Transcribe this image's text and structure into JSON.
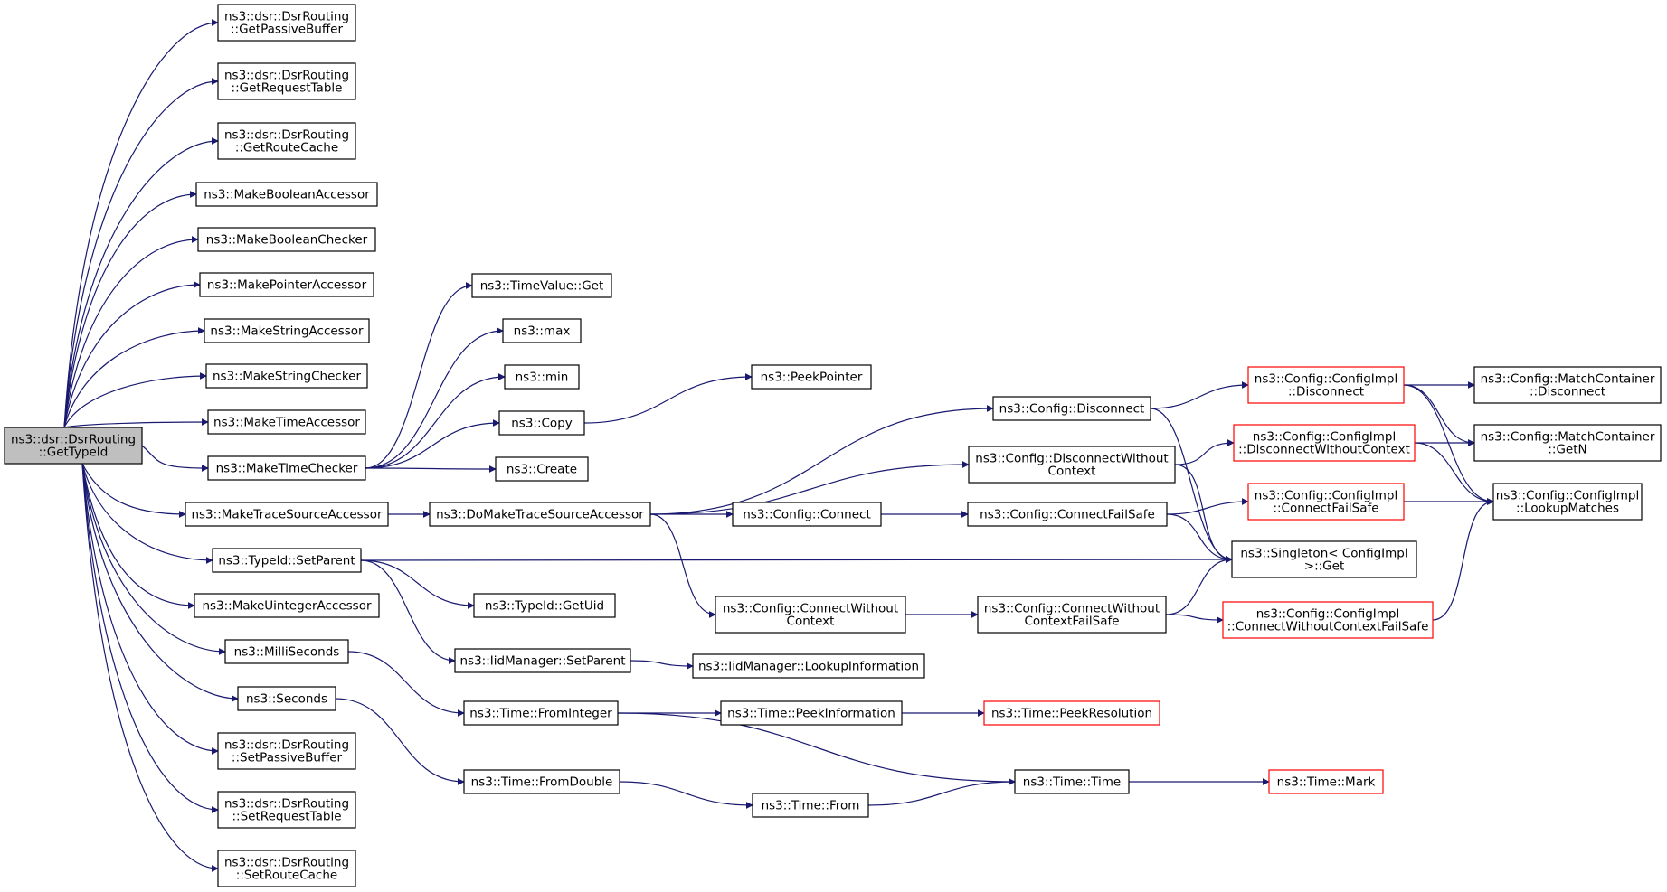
{
  "colors": {
    "edge": "#191970",
    "node_border": "#000000",
    "node_border_truncated": "#ff0000",
    "root_fill": "#bfbfbf",
    "node_fill": "#ffffff"
  },
  "nodes": [
    {
      "id": "root",
      "lines": [
        "ns3::dsr::DsrRouting",
        "::GetTypeId"
      ],
      "style": "root"
    },
    {
      "id": "getPassiveBuffer",
      "lines": [
        "ns3::dsr::DsrRouting",
        "::GetPassiveBuffer"
      ],
      "style": "normal"
    },
    {
      "id": "getRequestTable",
      "lines": [
        "ns3::dsr::DsrRouting",
        "::GetRequestTable"
      ],
      "style": "normal"
    },
    {
      "id": "getRouteCache",
      "lines": [
        "ns3::dsr::DsrRouting",
        "::GetRouteCache"
      ],
      "style": "normal"
    },
    {
      "id": "makeBooleanAccessor",
      "lines": [
        "ns3::MakeBooleanAccessor"
      ],
      "style": "normal"
    },
    {
      "id": "makeBooleanChecker",
      "lines": [
        "ns3::MakeBooleanChecker"
      ],
      "style": "normal"
    },
    {
      "id": "makePointerAccessor",
      "lines": [
        "ns3::MakePointerAccessor"
      ],
      "style": "normal"
    },
    {
      "id": "makeStringAccessor",
      "lines": [
        "ns3::MakeStringAccessor"
      ],
      "style": "normal"
    },
    {
      "id": "makeStringChecker",
      "lines": [
        "ns3::MakeStringChecker"
      ],
      "style": "normal"
    },
    {
      "id": "makeTimeAccessor",
      "lines": [
        "ns3::MakeTimeAccessor"
      ],
      "style": "normal"
    },
    {
      "id": "makeTimeChecker",
      "lines": [
        "ns3::MakeTimeChecker"
      ],
      "style": "normal"
    },
    {
      "id": "makeTraceSourceAccessor",
      "lines": [
        "ns3::MakeTraceSourceAccessor"
      ],
      "style": "normal"
    },
    {
      "id": "typeIdSetParent",
      "lines": [
        "ns3::TypeId::SetParent"
      ],
      "style": "normal"
    },
    {
      "id": "makeUintegerAccessor",
      "lines": [
        "ns3::MakeUintegerAccessor"
      ],
      "style": "normal"
    },
    {
      "id": "milliSeconds",
      "lines": [
        "ns3::MilliSeconds"
      ],
      "style": "normal"
    },
    {
      "id": "seconds",
      "lines": [
        "ns3::Seconds"
      ],
      "style": "normal"
    },
    {
      "id": "setPassiveBuffer",
      "lines": [
        "ns3::dsr::DsrRouting",
        "::SetPassiveBuffer"
      ],
      "style": "normal"
    },
    {
      "id": "setRequestTable",
      "lines": [
        "ns3::dsr::DsrRouting",
        "::SetRequestTable"
      ],
      "style": "normal"
    },
    {
      "id": "setRouteCache",
      "lines": [
        "ns3::dsr::DsrRouting",
        "::SetRouteCache"
      ],
      "style": "normal"
    },
    {
      "id": "timeValueGet",
      "lines": [
        "ns3::TimeValue::Get"
      ],
      "style": "normal"
    },
    {
      "id": "max",
      "lines": [
        "ns3::max"
      ],
      "style": "normal"
    },
    {
      "id": "min",
      "lines": [
        "ns3::min"
      ],
      "style": "normal"
    },
    {
      "id": "copy",
      "lines": [
        "ns3::Copy"
      ],
      "style": "normal"
    },
    {
      "id": "create",
      "lines": [
        "ns3::Create"
      ],
      "style": "normal"
    },
    {
      "id": "peekPointer",
      "lines": [
        "ns3::PeekPointer"
      ],
      "style": "normal"
    },
    {
      "id": "doMakeTraceSourceAccessor",
      "lines": [
        "ns3::DoMakeTraceSourceAccessor"
      ],
      "style": "normal"
    },
    {
      "id": "typeIdGetUid",
      "lines": [
        "ns3::TypeId::GetUid"
      ],
      "style": "normal"
    },
    {
      "id": "iidManagerSetParent",
      "lines": [
        "ns3::IidManager::SetParent"
      ],
      "style": "normal"
    },
    {
      "id": "iidManagerLookupInformation",
      "lines": [
        "ns3::IidManager::LookupInformation"
      ],
      "style": "normal"
    },
    {
      "id": "timeFromInteger",
      "lines": [
        "ns3::Time::FromInteger"
      ],
      "style": "normal"
    },
    {
      "id": "timeFromDouble",
      "lines": [
        "ns3::Time::FromDouble"
      ],
      "style": "normal"
    },
    {
      "id": "timePeekInformation",
      "lines": [
        "ns3::Time::PeekInformation"
      ],
      "style": "normal"
    },
    {
      "id": "timeFrom",
      "lines": [
        "ns3::Time::From"
      ],
      "style": "normal"
    },
    {
      "id": "timeTime",
      "lines": [
        "ns3::Time::Time"
      ],
      "style": "normal"
    },
    {
      "id": "timePeekResolution",
      "lines": [
        "ns3::Time::PeekResolution"
      ],
      "style": "truncated"
    },
    {
      "id": "timeMark",
      "lines": [
        "ns3::Time::Mark"
      ],
      "style": "truncated"
    },
    {
      "id": "configDisconnect",
      "lines": [
        "ns3::Config::Disconnect"
      ],
      "style": "normal"
    },
    {
      "id": "configDisconnectWithoutContext",
      "lines": [
        "ns3::Config::DisconnectWithout",
        "Context"
      ],
      "style": "normal"
    },
    {
      "id": "configConnect",
      "lines": [
        "ns3::Config::Connect"
      ],
      "style": "normal"
    },
    {
      "id": "configConnectWithoutContext",
      "lines": [
        "ns3::Config::ConnectWithout",
        "Context"
      ],
      "style": "normal"
    },
    {
      "id": "configConnectFailSafe",
      "lines": [
        "ns3::Config::ConnectFailSafe"
      ],
      "style": "normal"
    },
    {
      "id": "configConnectWithoutContextFailSafe",
      "lines": [
        "ns3::Config::ConnectWithout",
        "ContextFailSafe"
      ],
      "style": "normal"
    },
    {
      "id": "implDisconnect",
      "lines": [
        "ns3::Config::ConfigImpl",
        "::Disconnect"
      ],
      "style": "truncated"
    },
    {
      "id": "implDisconnectWithoutContext",
      "lines": [
        "ns3::Config::ConfigImpl",
        "::DisconnectWithoutContext"
      ],
      "style": "truncated"
    },
    {
      "id": "implConnectFailSafe",
      "lines": [
        "ns3::Config::ConfigImpl",
        "::ConnectFailSafe"
      ],
      "style": "truncated"
    },
    {
      "id": "implConnectWithoutContextFailSafe",
      "lines": [
        "ns3::Config::ConfigImpl",
        "::ConnectWithoutContextFailSafe"
      ],
      "style": "truncated"
    },
    {
      "id": "singletonGet",
      "lines": [
        "ns3::Singleton< ConfigImpl",
        " >::Get"
      ],
      "style": "normal"
    },
    {
      "id": "matchContainerDisconnect",
      "lines": [
        "ns3::Config::MatchContainer",
        "::Disconnect"
      ],
      "style": "normal"
    },
    {
      "id": "matchContainerGetN",
      "lines": [
        "ns3::Config::MatchContainer",
        "::GetN"
      ],
      "style": "normal"
    },
    {
      "id": "implLookupMatches",
      "lines": [
        "ns3::Config::ConfigImpl",
        "::LookupMatches"
      ],
      "style": "normal"
    }
  ],
  "edges": [
    [
      "root",
      "getPassiveBuffer"
    ],
    [
      "root",
      "getRequestTable"
    ],
    [
      "root",
      "getRouteCache"
    ],
    [
      "root",
      "makeBooleanAccessor"
    ],
    [
      "root",
      "makeBooleanChecker"
    ],
    [
      "root",
      "makePointerAccessor"
    ],
    [
      "root",
      "makeStringAccessor"
    ],
    [
      "root",
      "makeStringChecker"
    ],
    [
      "root",
      "makeTimeAccessor"
    ],
    [
      "root",
      "makeTimeChecker"
    ],
    [
      "root",
      "makeTraceSourceAccessor"
    ],
    [
      "root",
      "typeIdSetParent"
    ],
    [
      "root",
      "makeUintegerAccessor"
    ],
    [
      "root",
      "milliSeconds"
    ],
    [
      "root",
      "seconds"
    ],
    [
      "root",
      "setPassiveBuffer"
    ],
    [
      "root",
      "setRequestTable"
    ],
    [
      "root",
      "setRouteCache"
    ],
    [
      "makeTimeChecker",
      "timeValueGet"
    ],
    [
      "makeTimeChecker",
      "max"
    ],
    [
      "makeTimeChecker",
      "min"
    ],
    [
      "makeTimeChecker",
      "copy"
    ],
    [
      "makeTimeChecker",
      "create"
    ],
    [
      "copy",
      "peekPointer"
    ],
    [
      "makeTraceSourceAccessor",
      "doMakeTraceSourceAccessor"
    ],
    [
      "doMakeTraceSourceAccessor",
      "configDisconnect"
    ],
    [
      "doMakeTraceSourceAccessor",
      "configDisconnectWithoutContext"
    ],
    [
      "doMakeTraceSourceAccessor",
      "configConnect"
    ],
    [
      "doMakeTraceSourceAccessor",
      "configConnectWithoutContext"
    ],
    [
      "typeIdSetParent",
      "singletonGet"
    ],
    [
      "typeIdSetParent",
      "typeIdGetUid"
    ],
    [
      "typeIdSetParent",
      "iidManagerSetParent"
    ],
    [
      "iidManagerSetParent",
      "iidManagerLookupInformation"
    ],
    [
      "milliSeconds",
      "timeFromInteger"
    ],
    [
      "seconds",
      "timeFromDouble"
    ],
    [
      "timeFromInteger",
      "timePeekInformation"
    ],
    [
      "timeFromInteger",
      "timeTime"
    ],
    [
      "timePeekInformation",
      "timePeekResolution"
    ],
    [
      "timeFromDouble",
      "timeFrom"
    ],
    [
      "timeFrom",
      "timeTime"
    ],
    [
      "timeTime",
      "timeMark"
    ],
    [
      "configDisconnect",
      "implDisconnect"
    ],
    [
      "configDisconnect",
      "singletonGet"
    ],
    [
      "configDisconnectWithoutContext",
      "implDisconnectWithoutContext"
    ],
    [
      "configDisconnectWithoutContext",
      "singletonGet"
    ],
    [
      "configConnect",
      "configConnectFailSafe"
    ],
    [
      "configConnectFailSafe",
      "implConnectFailSafe"
    ],
    [
      "configConnectFailSafe",
      "singletonGet"
    ],
    [
      "configConnectWithoutContext",
      "configConnectWithoutContextFailSafe"
    ],
    [
      "configConnectWithoutContextFailSafe",
      "singletonGet"
    ],
    [
      "configConnectWithoutContextFailSafe",
      "implConnectWithoutContextFailSafe"
    ],
    [
      "implDisconnect",
      "matchContainerDisconnect"
    ],
    [
      "implDisconnect",
      "matchContainerGetN"
    ],
    [
      "implDisconnect",
      "implLookupMatches"
    ],
    [
      "implDisconnectWithoutContext",
      "matchContainerGetN"
    ],
    [
      "implDisconnectWithoutContext",
      "implLookupMatches"
    ],
    [
      "implConnectFailSafe",
      "implLookupMatches"
    ],
    [
      "implConnectWithoutContextFailSafe",
      "implLookupMatches"
    ]
  ]
}
